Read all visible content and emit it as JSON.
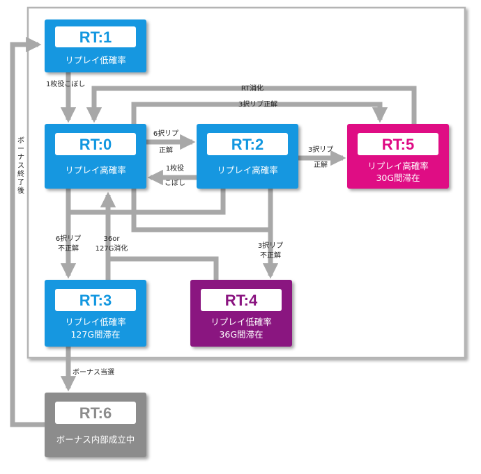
{
  "nodes": {
    "rt1": {
      "title": "RT:1",
      "desc1": "リプレイ低確率",
      "desc2": "",
      "color": "#1297e0"
    },
    "rt0": {
      "title": "RT:0",
      "desc1": "リプレイ高確率",
      "desc2": "",
      "color": "#1297e0"
    },
    "rt2": {
      "title": "RT:2",
      "desc1": "リプレイ高確率",
      "desc2": "",
      "color": "#1297e0"
    },
    "rt5": {
      "title": "RT:5",
      "desc1": "リプレイ高確率",
      "desc2": "30G間滞在",
      "color": "#df0a84"
    },
    "rt3": {
      "title": "RT:3",
      "desc1": "リプレイ低確率",
      "desc2": "127G間滞在",
      "color": "#1297e0"
    },
    "rt4": {
      "title": "RT:4",
      "desc1": "リプレイ低確率",
      "desc2": "36G間滞在",
      "color": "#8a1480"
    },
    "rt6": {
      "title": "RT:6",
      "desc1": "ボーナス内部成立中",
      "desc2": "",
      "color": "#8c8c8c"
    }
  },
  "edges": {
    "rt1_to_rt0": "1枚役こぼし",
    "rt0_to_rt2_a": "6択リプ",
    "rt0_to_rt2_b": "正解",
    "rt2_to_rt0_a": "1枚役",
    "rt2_to_rt0_b": "こぼし",
    "rt2_to_rt5_a": "3択リプ",
    "rt2_to_rt5_b": "正解",
    "rt5_to_rt0": "RT消化",
    "rt0_to_rt5": "3択リプ正解",
    "rt0_to_rt3_a": "6択リプ",
    "rt0_to_rt3_b": "不正解",
    "rt34_to_rt0_a": "36or",
    "rt34_to_rt0_b": "127G消化",
    "to_rt4_a": "3択リプ",
    "to_rt4_b": "不正解",
    "bonus_hit": "ボーナス当選",
    "bonus_end": "ボーナス終了後"
  },
  "colors": {
    "arrow": "#a8a8a8",
    "frame": "#b4b4b4"
  }
}
